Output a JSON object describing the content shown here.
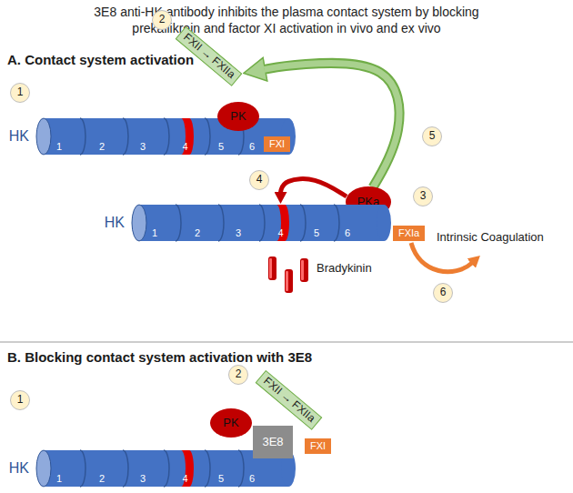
{
  "diagram": {
    "title": "3E8 anti-HK antibody inhibits the plasma contact system by blocking prekallikrein and factor XI activation in vivo and ex vivo",
    "nodes": [
      {
        "text": [
          "1"
        ]
      },
      {
        "text": [
          "2"
        ]
      },
      {
        "text": [
          "FXII → FXIIa"
        ]
      },
      {
        "text": [
          "HK",
          "1",
          "2",
          "3",
          "4",
          "5",
          "6"
        ]
      },
      {
        "text": [
          "PK"
        ]
      },
      {
        "text": [
          "FXI"
        ]
      },
      {
        "text": [
          "5"
        ]
      },
      {
        "text": [
          "4"
        ]
      },
      {
        "text": [
          "PKa"
        ]
      },
      {
        "text": [
          "3"
        ]
      },
      {
        "text": [
          "HK",
          "1",
          "2",
          "3",
          "4",
          "5",
          "6"
        ]
      },
      {
        "text": [
          "FXIa"
        ]
      },
      {
        "text": [
          "6"
        ]
      },
      {
        "text": [
          "1"
        ]
      },
      {
        "text": [
          "2"
        ]
      },
      {
        "text": [
          "FXII → FXIIa"
        ]
      },
      {
        "text": [
          "PK"
        ]
      },
      {
        "text": [
          "HK",
          "1",
          "2",
          "3",
          "4",
          "5",
          "6"
        ]
      },
      {
        "text": [
          "3E8"
        ]
      },
      {
        "text": [
          "FXI"
        ]
      }
    ],
    "edges": [
      {
        "from": 8,
        "to": 2,
        "arrow": "to"
      },
      {
        "from": 8,
        "to": 10,
        "arrow": "to"
      }
    ],
    "labels": [
      "A. Contact system activation",
      "Bradykinin",
      "Intrinsic Coagulation",
      "B. Blocking contact system activation with 3E8"
    ]
  }
}
